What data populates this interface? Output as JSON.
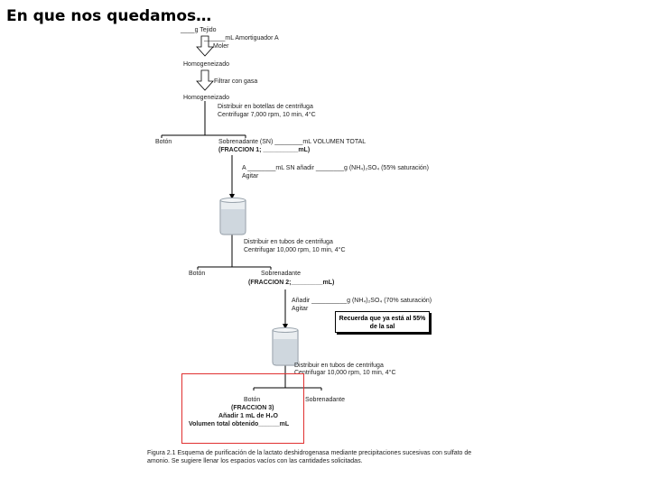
{
  "slide": {
    "title": "En que nos quedamos…"
  },
  "diagram": {
    "tejido": "____g Tejido",
    "amortiguador": "______mL Amortiguador A",
    "moler": "Moler",
    "homogeneizado1": "Homogeneizado",
    "filtrar": "Filtrar con gasa",
    "homogeneizado2": "Homogeneizado",
    "distribuir1": "Distribuir en botellas de centrifuga",
    "centrifugar1": "Centrifugar 7,000 rpm, 10 min, 4°C",
    "boton1": "Botón",
    "sobrenadante1": "Sobrenadante (SN) ________mL VOLUMEN TOTAL",
    "fraccion1": "(FRACCION 1; __________mL)",
    "a_anadir": "A ________mL SN añadir ________g (NH₄)₂SO₄ (55% saturación)",
    "agitar1": "Agitar",
    "distribuir2": "Distribuir en tubos de centrifuga",
    "centrifugar2": "Centrifugar 10,000 rpm, 10 min, 4°C",
    "boton2": "Botón",
    "sobrenadante2": "Sobrenadante",
    "fraccion2": "(FRACCION 2;_________mL)",
    "anadir2": "Añadir __________g (NH₄)₂SO₄ (70% saturación)",
    "agitar2": "Agitar",
    "nota": "Recuerda que ya está al 55% de la sal",
    "distribuir3": "Distribuir en tubos de centrifuga",
    "centrifugar3": "Centrifugar 10,000 rpm, 10 min, 4°C",
    "boton3": "Botón",
    "fraccion3": "(FRACCION 3)",
    "anadir3": "Añadir 1 mL de H₂O",
    "volumen_final": "Volumen total obtenido______mL",
    "sobrenadante3": "Sobrenadante",
    "caption": "Figura 2.1 Esquema de purificación de la lactato deshidrogenasa mediante precipitaciones sucesivas con sulfato de amonio. Se sugiere llenar los espacios vacíos con las cantidades solicitadas."
  },
  "colors": {
    "highlight": "#e03030",
    "beaker_liquid": "#cfd7de",
    "beaker_glass": "#9aa4ad"
  }
}
